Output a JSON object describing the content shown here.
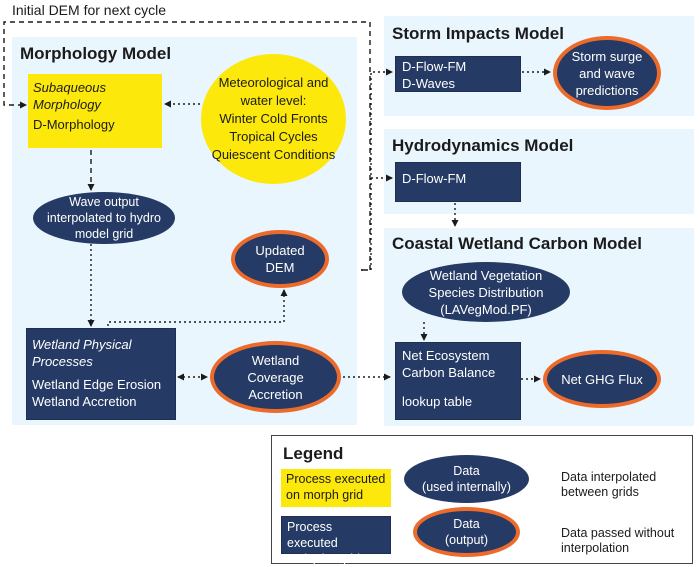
{
  "top_label": "Initial DEM for next cycle",
  "morphology": {
    "title": "Morphology Model",
    "subaqueous": {
      "line1": "Subaqueous",
      "line2": "Morphology",
      "line3": "D-Morphology"
    },
    "meteo": [
      "Meteorological and",
      "water level:",
      "Winter Cold Fronts",
      "Tropical Cycles",
      "Quiescent Conditions"
    ],
    "wave_output": [
      "Wave output",
      "interpolated to hydro",
      "model grid"
    ],
    "updated_dem": [
      "Updated",
      "DEM"
    ],
    "wetland_physical": {
      "line1": "Wetland Physical",
      "line2": "Processes",
      "line3": "Wetland Edge Erosion",
      "line4": "Wetland Accretion"
    },
    "wetland_coverage": [
      "Wetland",
      "Coverage",
      "Accretion"
    ]
  },
  "storm": {
    "title": "Storm Impacts Model",
    "box": [
      "D-Flow-FM",
      "D-Waves"
    ],
    "predictions": [
      "Storm surge",
      "and wave",
      "predictions"
    ]
  },
  "hydro": {
    "title": "Hydrodynamics Model",
    "box": "D-Flow-FM"
  },
  "carbon": {
    "title": "Coastal Wetland Carbon Model",
    "vegetation": [
      "Wetland Vegetation",
      "Species Distribution",
      "(LAVegMod.PF)"
    ],
    "net_eco": [
      "Net Ecosystem",
      "Carbon Balance"
    ],
    "lookup": "lookup table",
    "ghg": "Net GHG Flux"
  },
  "legend": {
    "title": "Legend",
    "morph_grid": [
      "Process executed",
      "on morph grid"
    ],
    "hydro_grid": [
      "Process executed",
      "on hydro grid"
    ],
    "data_internal": [
      "Data",
      "(used internally)"
    ],
    "data_output": [
      "Data",
      "(output)"
    ],
    "interp": [
      "Data interpolated",
      "between grids"
    ],
    "passed": [
      "Data passed without",
      "interpolation"
    ]
  },
  "colors": {
    "navy": "#253a64",
    "yellow": "#fde80b",
    "orange": "#ed6b2a",
    "panel": "#eaf6fd"
  }
}
